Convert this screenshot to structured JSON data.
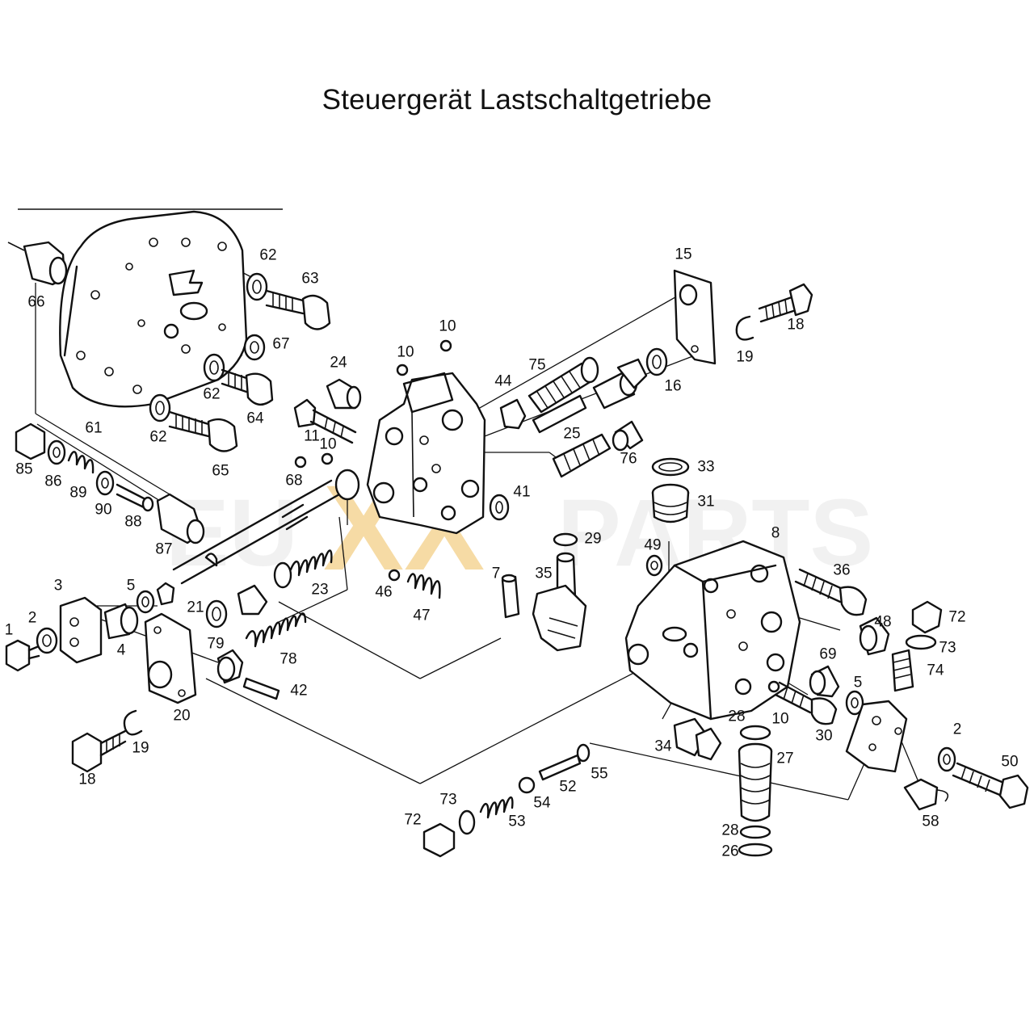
{
  "title": "Steuergerät Lastschaltgetriebe",
  "watermark": {
    "left": "EU",
    "mark": "XX",
    "right": "PARTS",
    "mark_color": "#f1c46a",
    "text_color": "#e6e6e6"
  },
  "callouts": [
    {
      "id": "c1",
      "label": "1"
    },
    {
      "id": "c2a",
      "label": "2"
    },
    {
      "id": "c3",
      "label": "3"
    },
    {
      "id": "c4",
      "label": "4"
    },
    {
      "id": "c5a",
      "label": "5"
    },
    {
      "id": "c7",
      "label": "7"
    },
    {
      "id": "c8",
      "label": "8"
    },
    {
      "id": "c10a",
      "label": "10"
    },
    {
      "id": "c10b",
      "label": "10"
    },
    {
      "id": "c10c",
      "label": "10"
    },
    {
      "id": "c10d",
      "label": "10"
    },
    {
      "id": "c11",
      "label": "11"
    },
    {
      "id": "c15",
      "label": "15"
    },
    {
      "id": "c16",
      "label": "16"
    },
    {
      "id": "c18a",
      "label": "18"
    },
    {
      "id": "c18b",
      "label": "18"
    },
    {
      "id": "c19a",
      "label": "19"
    },
    {
      "id": "c19b",
      "label": "19"
    },
    {
      "id": "c20",
      "label": "20"
    },
    {
      "id": "c21",
      "label": "21"
    },
    {
      "id": "c23",
      "label": "23"
    },
    {
      "id": "c24",
      "label": "24"
    },
    {
      "id": "c25",
      "label": "25"
    },
    {
      "id": "c26",
      "label": "26"
    },
    {
      "id": "c27",
      "label": "27"
    },
    {
      "id": "c28a",
      "label": "28"
    },
    {
      "id": "c28b",
      "label": "28"
    },
    {
      "id": "c29",
      "label": "29"
    },
    {
      "id": "c30",
      "label": "30"
    },
    {
      "id": "c31",
      "label": "31"
    },
    {
      "id": "c33",
      "label": "33"
    },
    {
      "id": "c34",
      "label": "34"
    },
    {
      "id": "c35",
      "label": "35"
    },
    {
      "id": "c36",
      "label": "36"
    },
    {
      "id": "c41",
      "label": "41"
    },
    {
      "id": "c42",
      "label": "42"
    },
    {
      "id": "c44",
      "label": "44"
    },
    {
      "id": "c46",
      "label": "46"
    },
    {
      "id": "c47",
      "label": "47"
    },
    {
      "id": "c48",
      "label": "48"
    },
    {
      "id": "c49",
      "label": "49"
    },
    {
      "id": "c50",
      "label": "50"
    },
    {
      "id": "c52",
      "label": "52"
    },
    {
      "id": "c53",
      "label": "53"
    },
    {
      "id": "c54",
      "label": "54"
    },
    {
      "id": "c55",
      "label": "55"
    },
    {
      "id": "c58",
      "label": "58"
    },
    {
      "id": "c61",
      "label": "61"
    },
    {
      "id": "c62a",
      "label": "62"
    },
    {
      "id": "c62b",
      "label": "62"
    },
    {
      "id": "c62c",
      "label": "62"
    },
    {
      "id": "c63",
      "label": "63"
    },
    {
      "id": "c64",
      "label": "64"
    },
    {
      "id": "c65",
      "label": "65"
    },
    {
      "id": "c66",
      "label": "66"
    },
    {
      "id": "c67",
      "label": "67"
    },
    {
      "id": "c68",
      "label": "68"
    },
    {
      "id": "c69",
      "label": "69"
    },
    {
      "id": "c72a",
      "label": "72"
    },
    {
      "id": "c72b",
      "label": "72"
    },
    {
      "id": "c73a",
      "label": "73"
    },
    {
      "id": "c73b",
      "label": "73"
    },
    {
      "id": "c74",
      "label": "74"
    },
    {
      "id": "c75",
      "label": "75"
    },
    {
      "id": "c76",
      "label": "76"
    },
    {
      "id": "c78",
      "label": "78"
    },
    {
      "id": "c79",
      "label": "79"
    },
    {
      "id": "c85",
      "label": "85"
    },
    {
      "id": "c86",
      "label": "86"
    },
    {
      "id": "c87",
      "label": "87"
    },
    {
      "id": "c88",
      "label": "88"
    },
    {
      "id": "c89",
      "label": "89"
    },
    {
      "id": "c90",
      "label": "90"
    },
    {
      "id": "c2b",
      "label": "2"
    },
    {
      "id": "c5b",
      "label": "5"
    }
  ]
}
